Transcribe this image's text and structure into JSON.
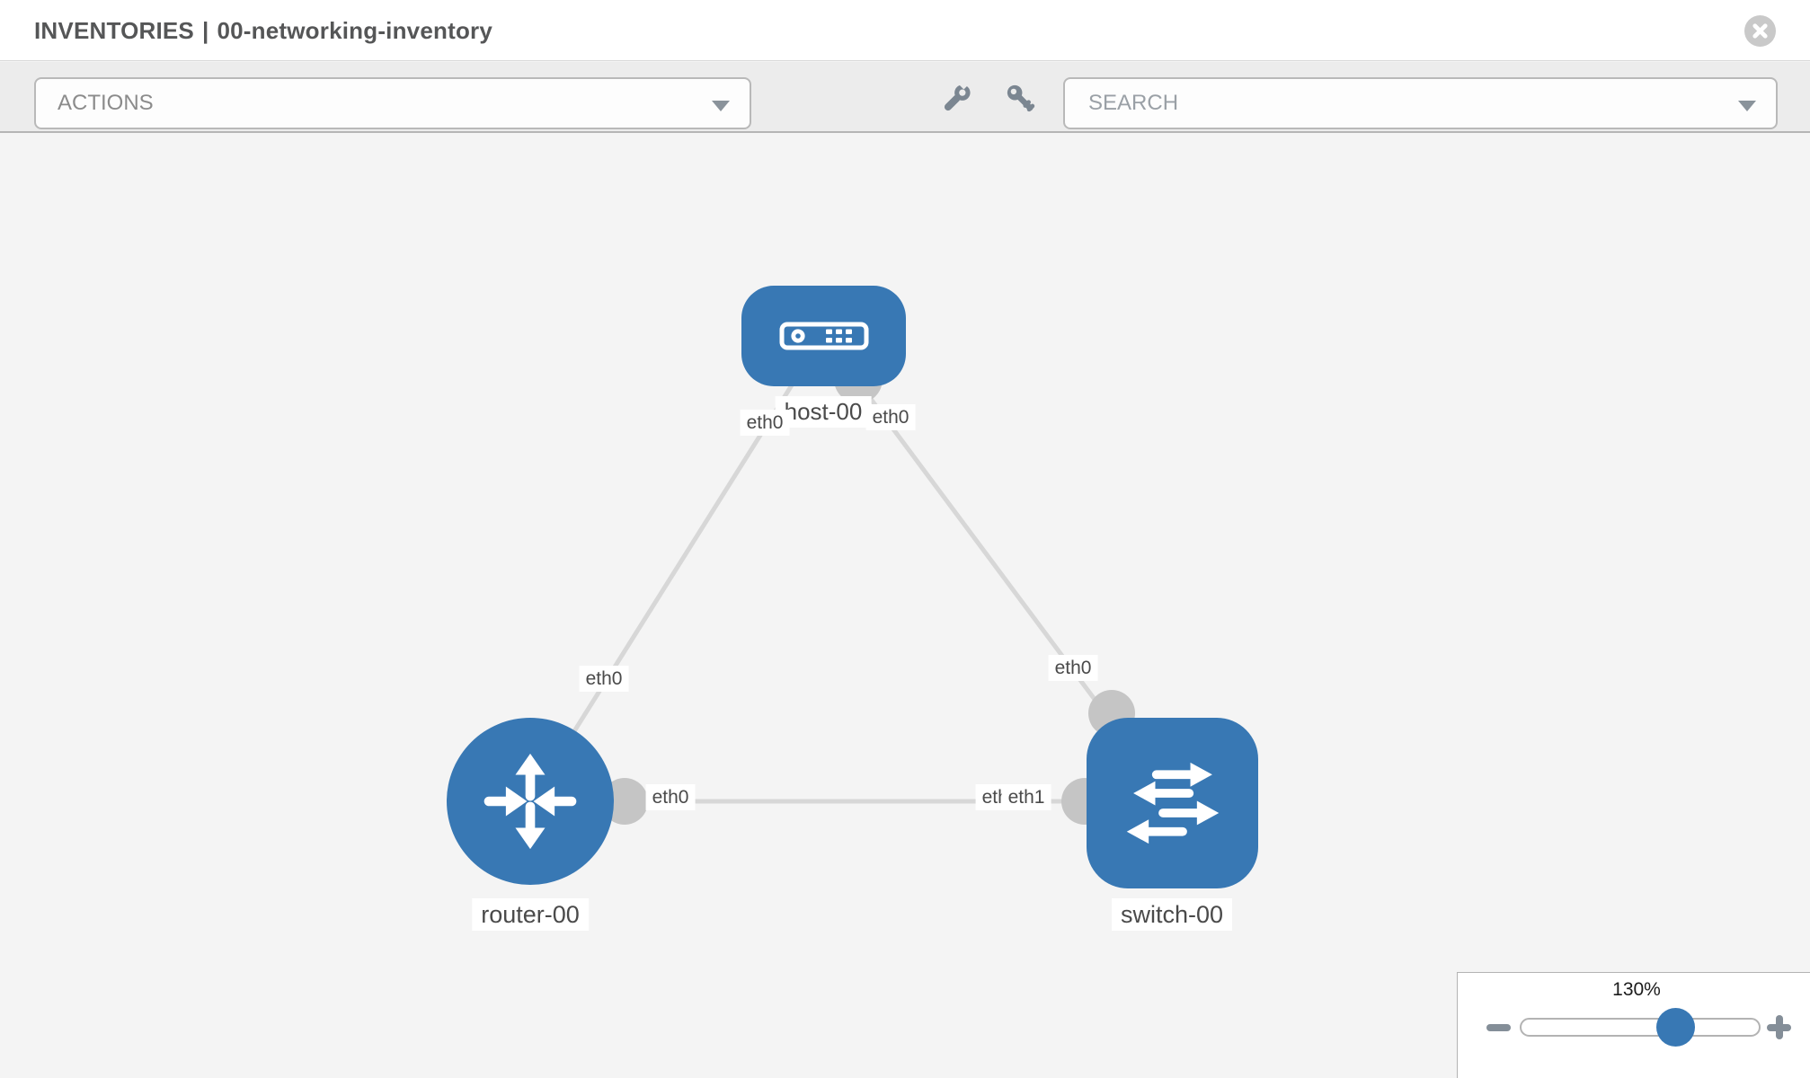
{
  "header": {
    "section": "INVENTORIES",
    "separator": "|",
    "inventory_name": "00-networking-inventory",
    "close_icon": "x-circle-icon"
  },
  "toolbar": {
    "actions_label": "ACTIONS",
    "search_placeholder": "SEARCH",
    "icons": [
      "wrench-icon",
      "key-icon"
    ]
  },
  "colors": {
    "node_blue": "#3878b4",
    "link_gray": "#d7d7d7",
    "connector_gray": "#c5c5c5",
    "canvas_bg": "#f4f4f4",
    "toolbar_bg": "#ececec"
  },
  "topology": {
    "nodes": [
      {
        "id": "host-00",
        "type": "host",
        "label": "host-00",
        "icon": "server-icon"
      },
      {
        "id": "router-00",
        "type": "router",
        "label": "router-00",
        "icon": "router-arrows-icon"
      },
      {
        "id": "switch-00",
        "type": "switch",
        "label": "switch-00",
        "icon": "switch-arrows-icon"
      }
    ],
    "links": [
      {
        "from": "host-00",
        "to": "router-00",
        "from_interface": "eth0",
        "to_interface": "eth0"
      },
      {
        "from": "host-00",
        "to": "switch-00",
        "from_interface": "eth0",
        "to_interface": "eth0"
      },
      {
        "from": "router-00",
        "to": "switch-00",
        "from_interface": "eth0",
        "to_interface": "eth1"
      }
    ],
    "interface_labels": {
      "host_end_to_router": "eth0",
      "host_end_to_switch": "eth0",
      "router_top": "eth0",
      "switch_top": "eth0",
      "router_right": "eth0",
      "switch_left_under": "eth0",
      "switch_left_over": "eth1"
    }
  },
  "zoom_control": {
    "level": "130%",
    "minus_icon": "minus-icon",
    "plus_icon": "plus-icon"
  }
}
